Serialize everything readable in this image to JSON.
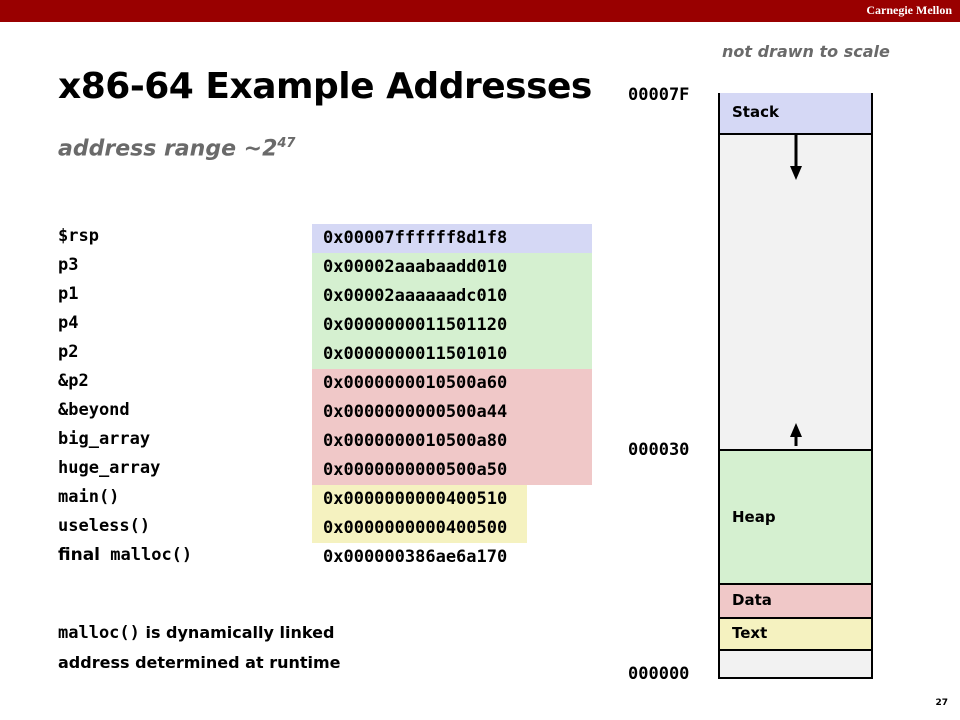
{
  "header": {
    "brand": "Carnegie Mellon"
  },
  "title": "x86-64 Example Addresses",
  "subtitle": {
    "text": "address range ~2",
    "exponent": "47"
  },
  "scale_note": "not drawn to scale",
  "colors": {
    "topbar": "#990000",
    "stack": "#d5d8f5",
    "heap": "#d5f0d0",
    "data": "#f0c8c8",
    "text": "#f5f2c0",
    "memory_bg": "#f2f2f2"
  },
  "rows": [
    {
      "name": "$rsp",
      "addr": "0x00007ffffff8d1f8",
      "segment": "stack"
    },
    {
      "name": "p3",
      "addr": "0x00002aaabaadd010",
      "segment": "heap"
    },
    {
      "name": "p1",
      "addr": "0x00002aaaaaadc010",
      "segment": "heap"
    },
    {
      "name": "p4",
      "addr": "0x0000000011501120",
      "segment": "heap"
    },
    {
      "name": "p2",
      "addr": "0x0000000011501010",
      "segment": "heap"
    },
    {
      "name": "&p2",
      "addr": "0x0000000010500a60",
      "segment": "data"
    },
    {
      "name": "&beyond",
      "addr": "0x0000000000500a44",
      "segment": "data"
    },
    {
      "name": "big_array",
      "addr": "0x0000000010500a80",
      "segment": "data"
    },
    {
      "name": "huge_array",
      "addr": "0x0000000000500a50",
      "segment": "data"
    },
    {
      "name": "main()",
      "addr": "0x0000000000400510",
      "segment": "text"
    },
    {
      "name": "useless()",
      "addr": "0x0000000000400500",
      "segment": "text"
    },
    {
      "name_sans": "final",
      "name": "malloc()",
      "addr": "0x000000386ae6a170",
      "segment": "none"
    }
  ],
  "footnote": {
    "line1_mono": "malloc()",
    "line1_text": "is dynamically linked",
    "line2": "address determined at runtime"
  },
  "memory": {
    "segments": {
      "stack": "Stack",
      "heap": "Heap",
      "data": "Data",
      "text": "Text"
    },
    "addresses": {
      "top": "00007F",
      "mid": "000030",
      "bottom": "000000"
    }
  },
  "slide_number": "27"
}
